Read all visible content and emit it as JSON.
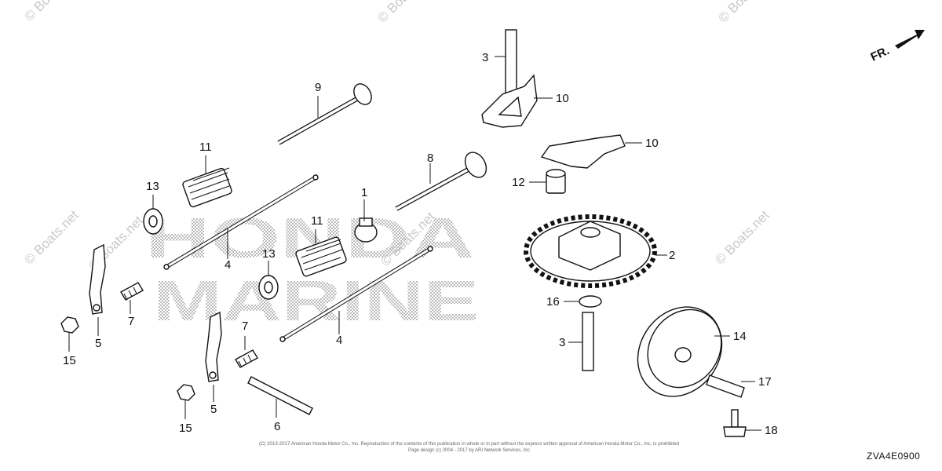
{
  "diagram": {
    "background_brand": [
      "HONDA",
      "MARINE"
    ],
    "watermarks": [
      "© Boats.net",
      "© Boats.net",
      "© Boats.net",
      "© Boats.net",
      "© Boats.net",
      "© Boats.net",
      "© Boats.net"
    ],
    "front_indicator": "FR.",
    "figure_code": "ZVA4E0900",
    "copyright_line1": "(C) 2013-2017 American Honda Motor Co., Inc. Reproduction of the contents of this publication in whole or in part without the express written approval of American Honda Motor Co., Inc. is prohibited",
    "copyright_line2": "Page design (c) 2004 - 2017 by ARI Network Services, Inc.",
    "callouts": [
      "1",
      "2",
      "3",
      "3",
      "4",
      "4",
      "5",
      "5",
      "6",
      "7",
      "7",
      "8",
      "9",
      "10",
      "10",
      "11",
      "11",
      "12",
      "13",
      "13",
      "14",
      "15",
      "15",
      "16",
      "17",
      "18"
    ],
    "colors": {
      "ink": "#111111",
      "watermark": "#c9c9c9",
      "dots": "#8a8a8a"
    }
  }
}
